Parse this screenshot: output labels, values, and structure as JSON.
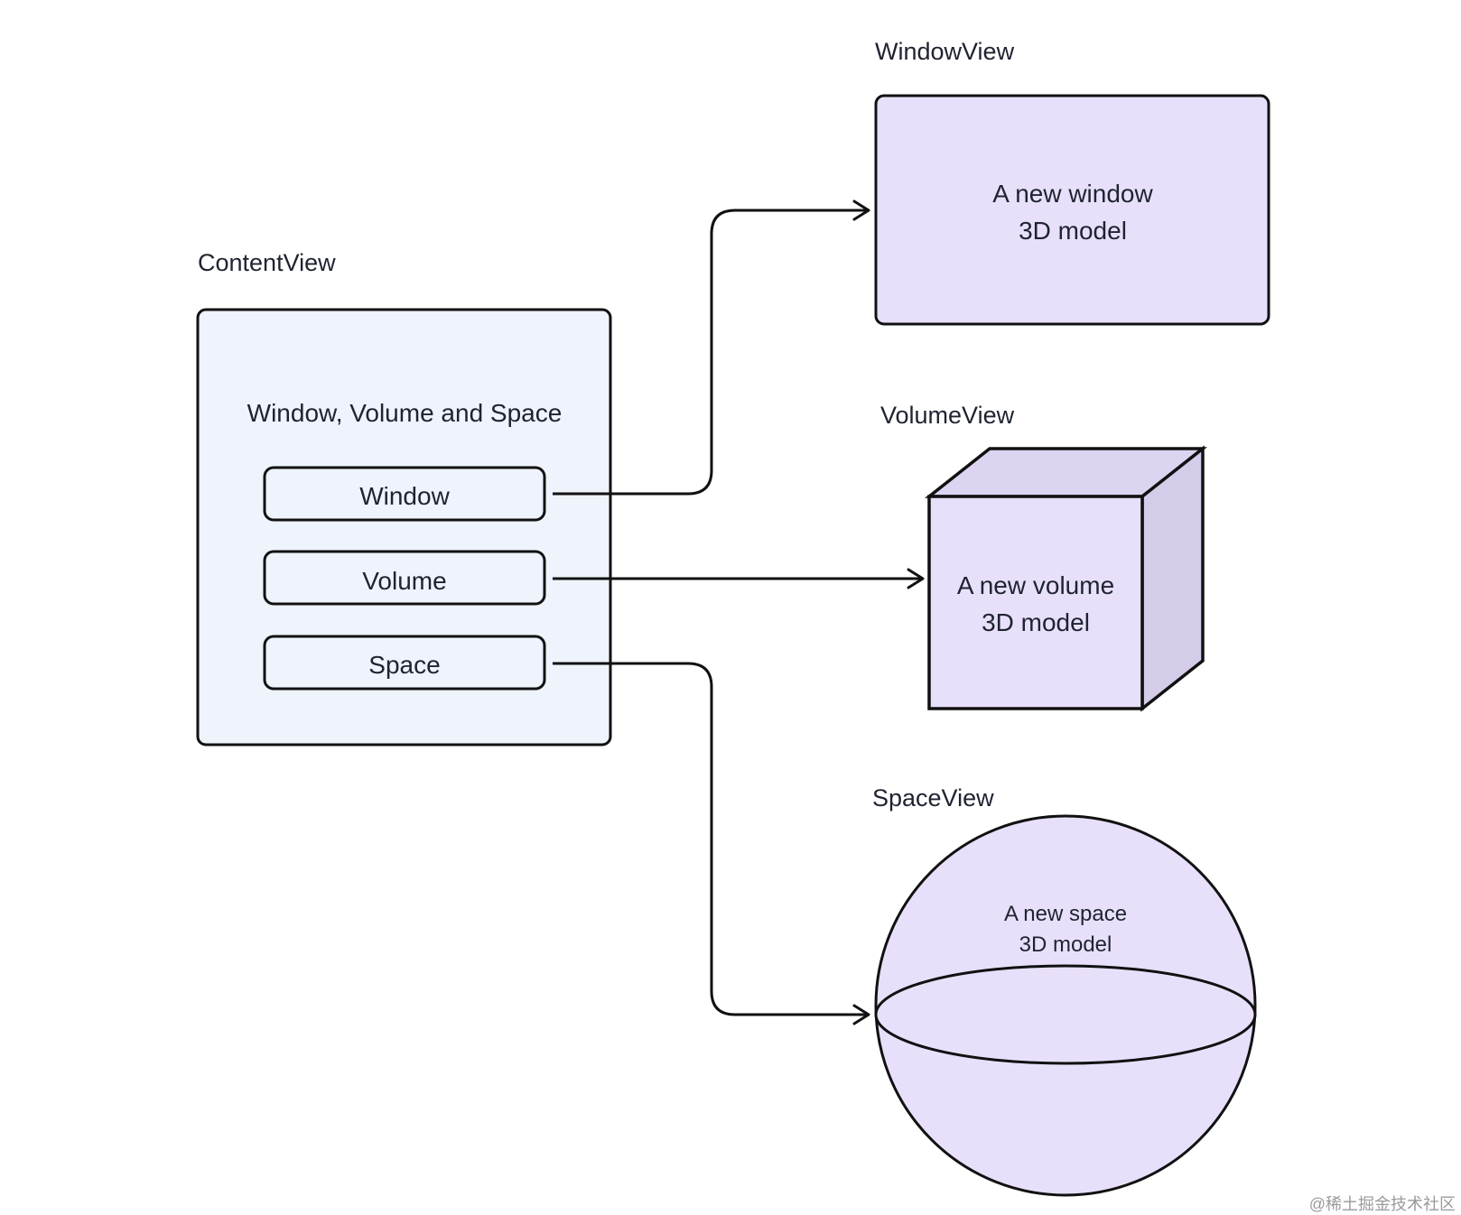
{
  "content_view": {
    "label": "ContentView",
    "heading": "Window, Volume and Space",
    "buttons": {
      "window": "Window",
      "volume": "Volume",
      "space": "Space"
    }
  },
  "window_view": {
    "label": "WindowView",
    "line1": "A new window",
    "line2": "3D model"
  },
  "volume_view": {
    "label": "VolumeView",
    "line1": "A new volume",
    "line2": "3D model"
  },
  "space_view": {
    "label": "SpaceView",
    "line1": "A new space",
    "line2": "3D model"
  },
  "watermark": "@稀土掘金技术社区",
  "colors": {
    "content_fill": "#eef3fc",
    "window_fill": "#e8e0fb",
    "cube_front": "#e8e0fb",
    "cube_top": "#ddd4f2",
    "cube_side": "#d4cce9",
    "sphere_fill": "#e8e0fb",
    "stroke": "#111111"
  }
}
